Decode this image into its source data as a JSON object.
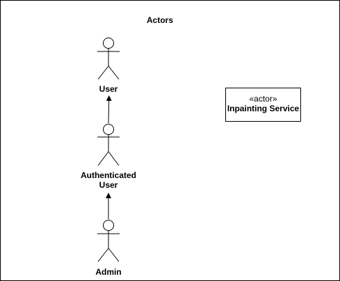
{
  "diagram": {
    "title": "Actors",
    "actors": {
      "user": "User",
      "authenticated_user_line1": "Authenticated",
      "authenticated_user_line2": "User",
      "admin": "Admin"
    },
    "external_actor": {
      "stereotype": "«actor»",
      "name": "Inpainting Service"
    },
    "relationships": [
      {
        "from": "Authenticated User",
        "to": "User",
        "type": "generalization"
      },
      {
        "from": "Admin",
        "to": "Authenticated User",
        "type": "generalization"
      }
    ]
  }
}
